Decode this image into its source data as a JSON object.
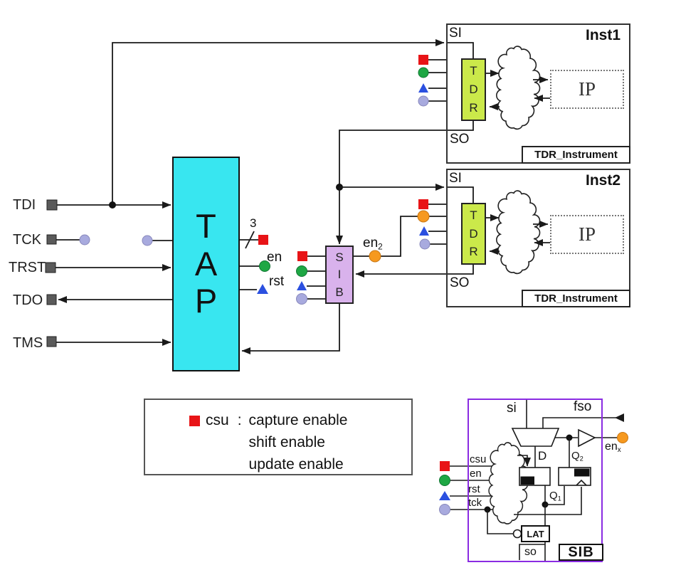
{
  "colors": {
    "cyan": "#38e6f0",
    "tdr_green": "#cbe94a",
    "sib_fill": "#d9b2ec",
    "purple": "#8a2be2",
    "red": "#e81417",
    "green": "#1ea744",
    "blue": "#2b50e0",
    "lavender": "#a8aade",
    "orange": "#f6991f",
    "gray_pad": "#5a5a5a",
    "wire": "#1a1a1a"
  },
  "pins": {
    "tdi": "TDI",
    "tck": "TCK",
    "trst": "TRST",
    "tdo": "TDO",
    "tms": "TMS"
  },
  "tap": {
    "letters": [
      "T",
      "A",
      "P"
    ],
    "bus_width": "3",
    "en_label": "en",
    "rst_label": "rst"
  },
  "sib": {
    "letters": [
      "S",
      "I",
      "B"
    ],
    "en2_base": "en",
    "en2_sub": "2"
  },
  "instruments": [
    {
      "title": "Inst1",
      "si": "SI",
      "so": "SO",
      "tdr_letters": [
        "T",
        "D",
        "R"
      ],
      "ip": "IP",
      "footer": "TDR_Instrument"
    },
    {
      "title": "Inst2",
      "si": "SI",
      "so": "SO",
      "tdr_letters": [
        "T",
        "D",
        "R"
      ],
      "ip": "IP",
      "footer": "TDR_Instrument"
    }
  ],
  "legend": {
    "term": "csu",
    "colon": ":",
    "items": [
      "capture enable",
      "shift enable",
      "update enable"
    ]
  },
  "sib_detail": {
    "si": "si",
    "fso": "fso",
    "enx_base": "en",
    "enx_sub": "x",
    "d": "D",
    "q1_base": "Q",
    "q1_sub": "1",
    "q2_base": "Q",
    "q2_sub": "2",
    "inputs": [
      "csu",
      "en",
      "rst",
      "tck"
    ],
    "lat": "LAT",
    "so": "so",
    "box_label": "SIB"
  }
}
